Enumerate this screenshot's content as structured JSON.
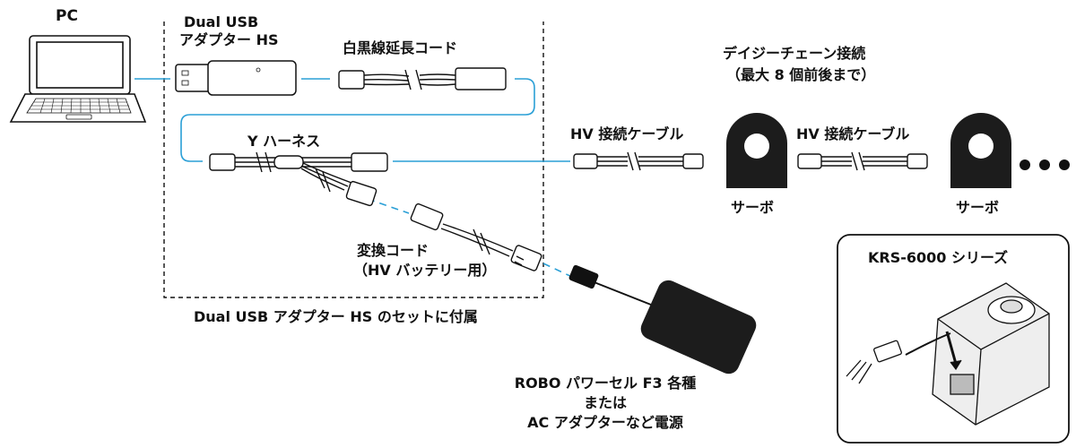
{
  "labels": {
    "pc": "PC",
    "dual_usb_1": "Dual USB",
    "dual_usb_2": "アダプター HS",
    "white_black_ext": "白黒線延長コード",
    "daisy_1": "デイジーチェーン接続",
    "daisy_2": "（最大 8 個前後まで）",
    "y_harness": "Y ハーネス",
    "hv_cable_1": "HV 接続ケーブル",
    "hv_cable_2": "HV 接続ケーブル",
    "servo_1": "サーボ",
    "servo_2": "サーボ",
    "conv_1": "変換コード",
    "conv_2": "（HV バッテリー用）",
    "included": "Dual USB アダプター HS のセットに付属",
    "krs": "KRS-6000 シリーズ",
    "power_1": "ROBO パワーセル F3 各種",
    "power_2": "または",
    "power_3": "AC アダプターなど電源"
  },
  "colors": {
    "link": "#2a9fd6",
    "ink": "#111111",
    "device": "#1c1c1c"
  },
  "icons": [
    "laptop-icon",
    "usb-adapter-icon",
    "servo-icon",
    "battery-icon",
    "ellipsis-icon"
  ]
}
